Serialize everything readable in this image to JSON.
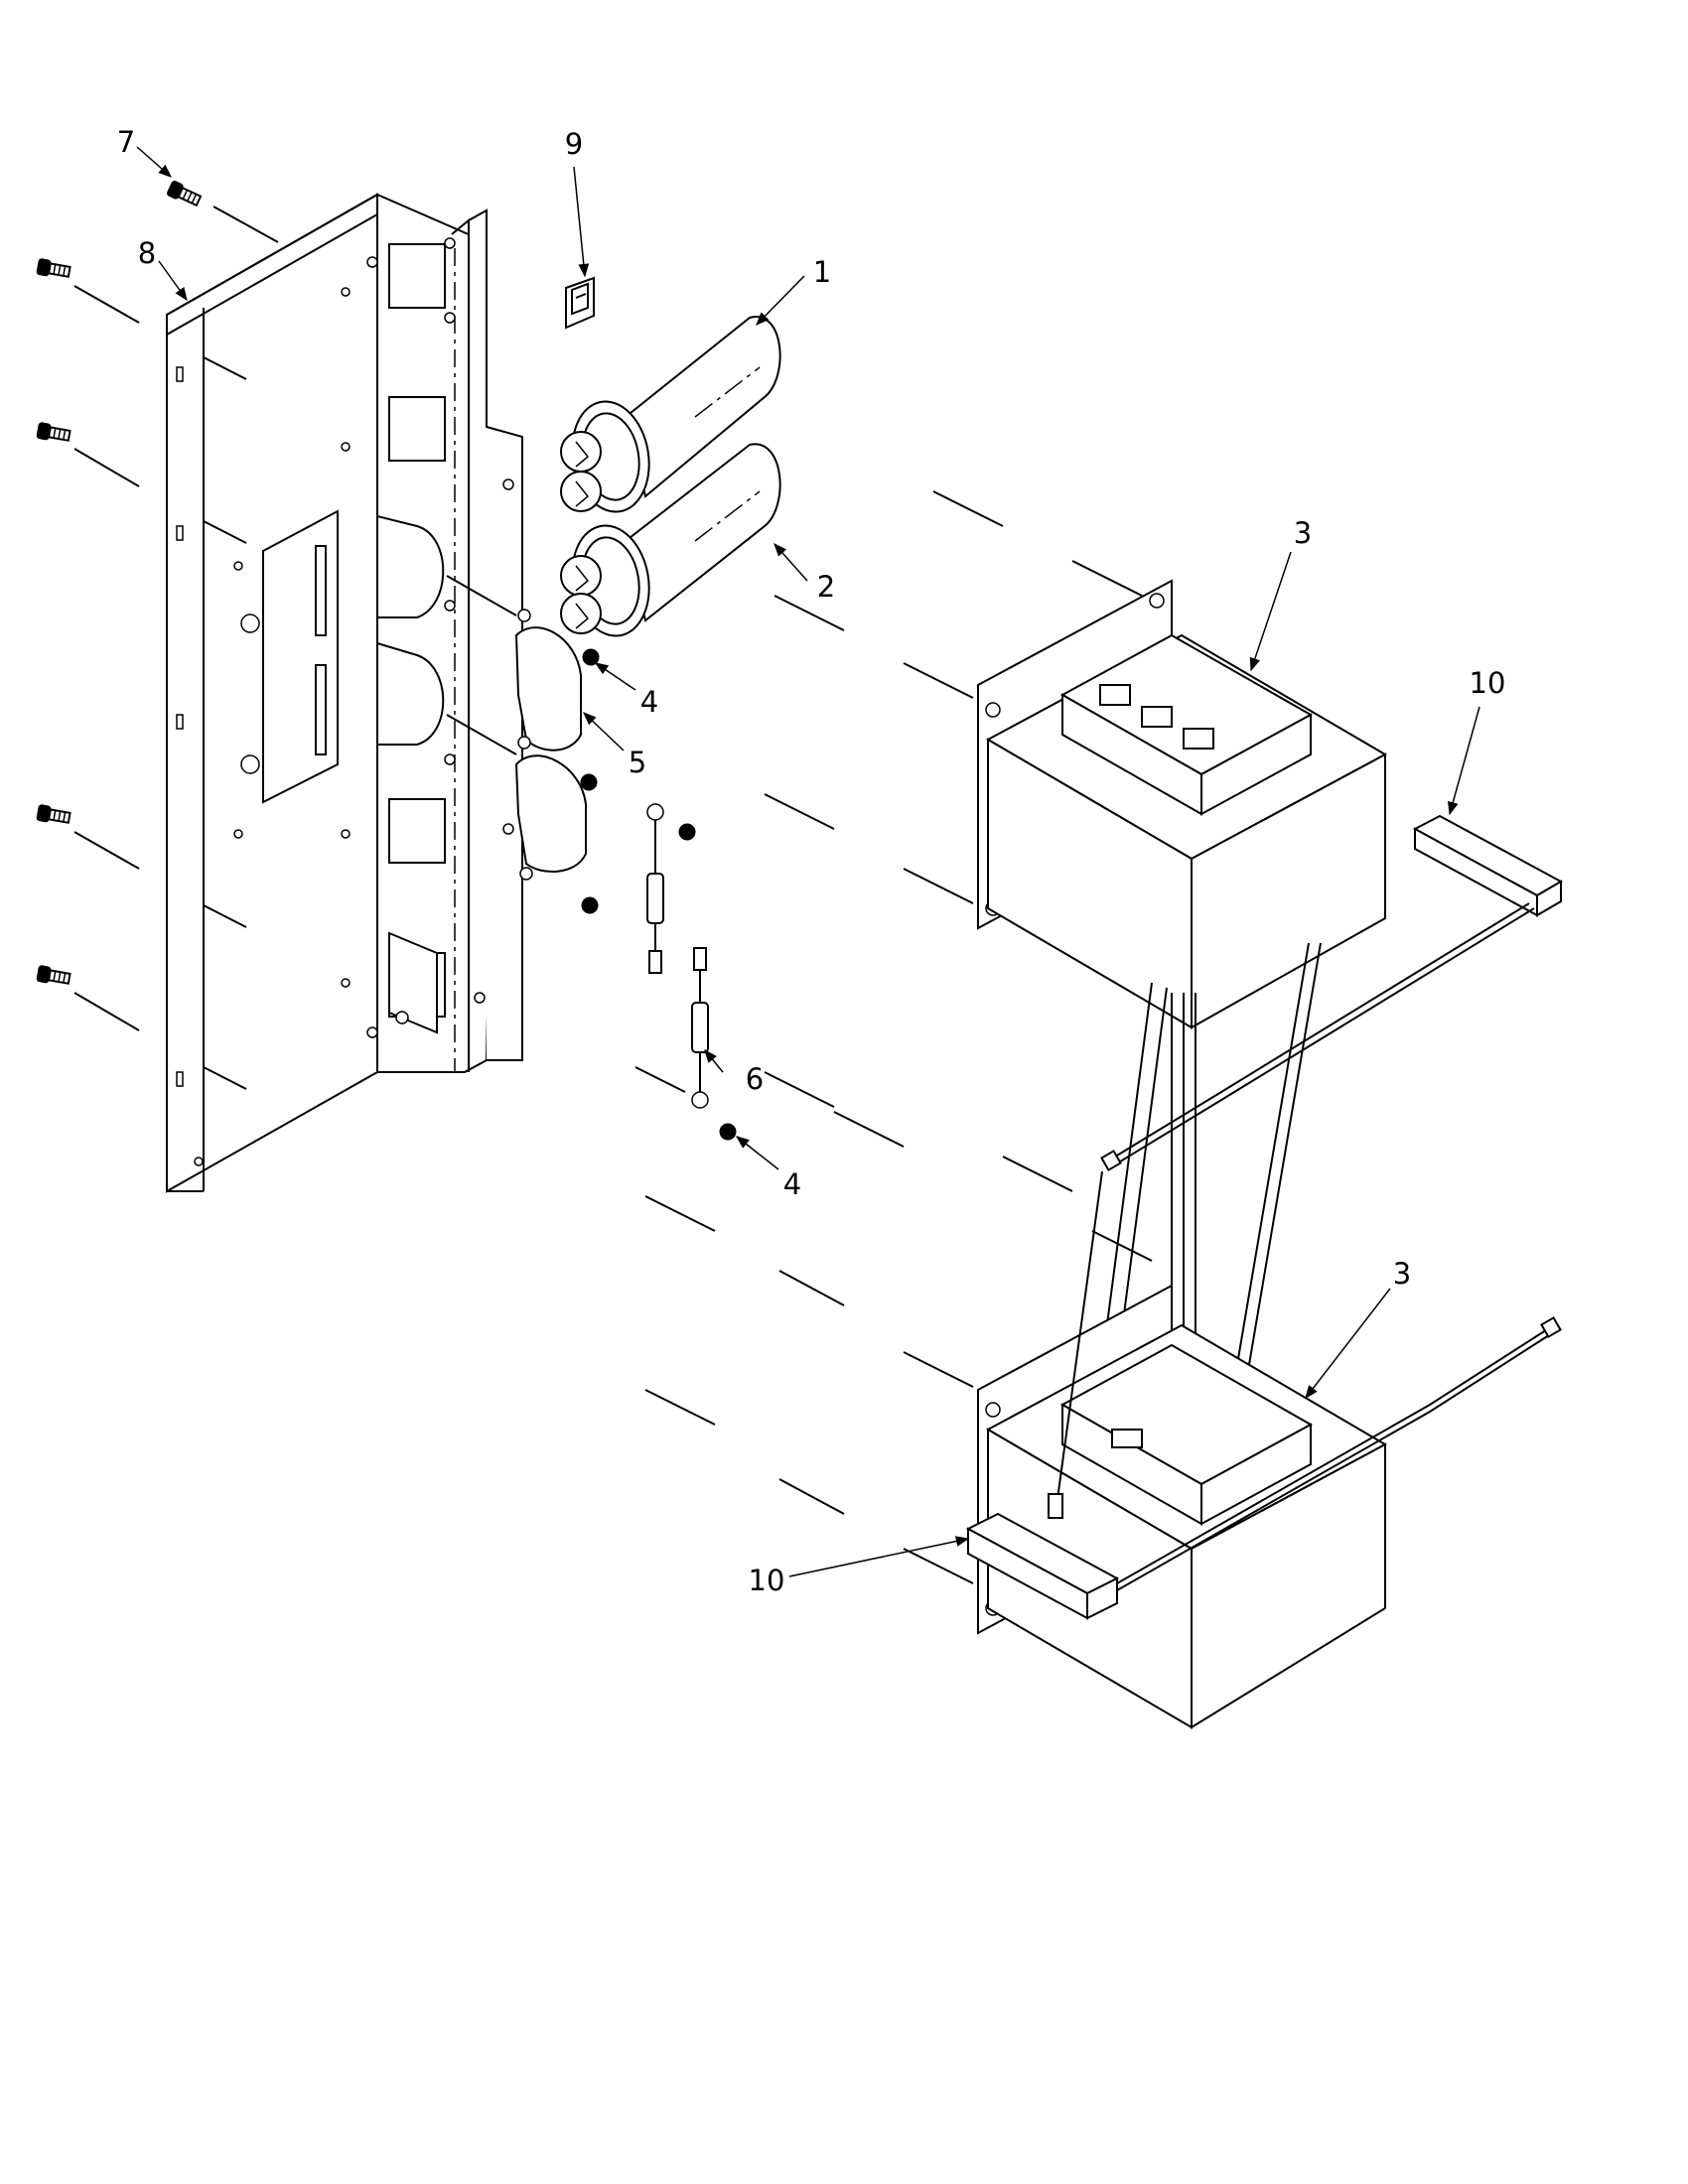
{
  "callouts": {
    "c1": "1",
    "c2": "2",
    "c3a": "3",
    "c3b": "3",
    "c4a": "4",
    "c4b": "4",
    "c5": "5",
    "c6": "6",
    "c7": "7",
    "c8": "8",
    "c9": "9",
    "c10a": "10",
    "c10b": "10"
  },
  "colors": {
    "line": "#000000",
    "background": "#ffffff"
  }
}
